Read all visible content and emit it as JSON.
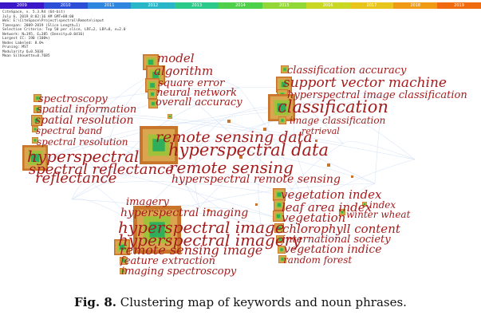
{
  "year_scale": {
    "labels": [
      "2009",
      "2010",
      "2011",
      "2012",
      "2013",
      "2014",
      "2015",
      "2016",
      "2017",
      "2018",
      "2019"
    ],
    "colors": [
      "#3a17c7",
      "#2d4fd8",
      "#2e86df",
      "#28b6c8",
      "#2cc98a",
      "#4fd04a",
      "#92d735",
      "#c9d825",
      "#e8c51d",
      "#f09a15",
      "#f06a10"
    ]
  },
  "info_lines": [
    "CiteSpace, v. 5.3.R4 (64-bit)",
    "July 6, 2019 8:02:16 AM GMT+08:00",
    "WoS: E:\\CiteSpace\\Project\\spectral\\Remote\\input",
    "Timespan: 2009-2019 (Slice Length=1)",
    "Selection Criteria: Top 50 per slice, LRF=2, LBY=8, e=2.0",
    "Network: N=195, E=385 (Density=0.0416)",
    "Largest CC: 190 (100%)",
    "Nodes Labeled: 8.0%",
    "Pruning: MST",
    "Modularity Q=0.5036",
    "Mean Silhouette=0.7685"
  ],
  "keywords": [
    "model",
    "algorithm",
    "square error",
    "neural network",
    "overall accuracy",
    "classification accuracy",
    "support vector machine",
    "hyperspectral image classification",
    "classification",
    "image classification",
    "retrieval",
    "spectroscopy",
    "spatial information",
    "spatial resolution",
    "spectral band",
    "spectral resolution",
    "hyperspectral",
    "spectral reflectance",
    "reflectance",
    "remote sensing data",
    "hyperspectral data",
    "remote sensing",
    "hyperspectral remote sensing",
    "vegetation index",
    "leaf area index",
    "index",
    "vegetation",
    "winter wheat",
    "chlorophyll content",
    "international society",
    "vegetation indice",
    "random forest",
    "imagery",
    "hyperspectral imaging",
    "hyperspectral image",
    "hyperspectral imagery",
    "remote sensing image",
    "feature extraction",
    "imaging spectroscopy"
  ],
  "caption": {
    "label": "Fig. 8.",
    "text": "Clustering map of keywords and noun phrases."
  },
  "colors": {
    "keyword_text": "#a51c1c",
    "node_outer": "#c8742a",
    "node_fill": "#d9a64f",
    "node_core": "#2fae5b"
  }
}
